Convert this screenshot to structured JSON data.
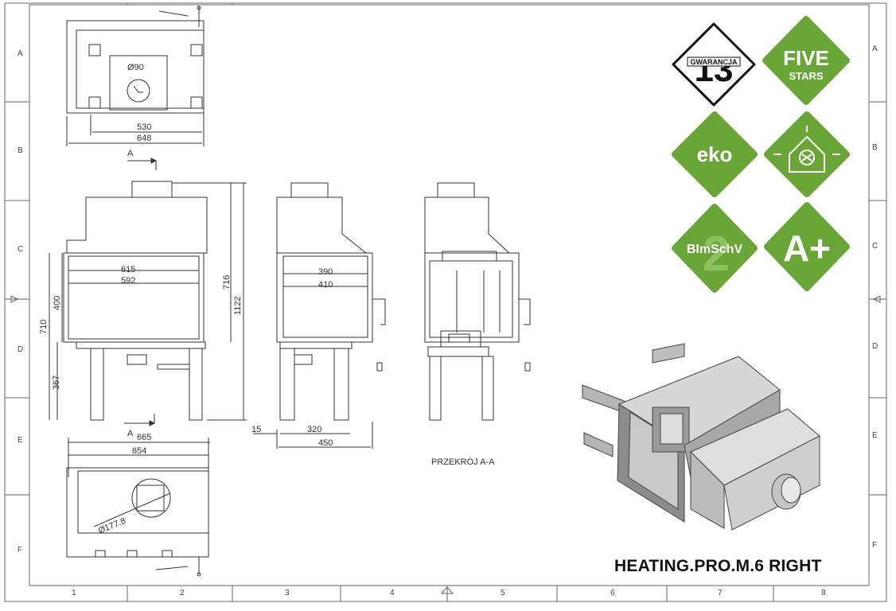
{
  "title": "HEATING.PRO.M.6  RIGHT",
  "section_label": "PRZEKRÓJ A-A",
  "section_marker": "A",
  "grid": {
    "columns": [
      "1",
      "2",
      "3",
      "4",
      "5",
      "6",
      "7",
      "8"
    ],
    "rows": [
      "A",
      "B",
      "C",
      "D",
      "E",
      "F"
    ]
  },
  "dimensions": {
    "top_view": {
      "pipe_diameter": "Ø90",
      "inner_width": "530",
      "outer_width": "648"
    },
    "front_view": {
      "glass_width_outer": "615",
      "glass_width_inner": "592",
      "glass_height": "400",
      "opening_height": "710",
      "leg_height": "367",
      "body_height": "716",
      "total_height": "1122"
    },
    "side_view": {
      "depth_inner": "390",
      "depth_outer": "410",
      "offset": "15",
      "base_depth": "320",
      "total_depth": "450"
    },
    "bottom_view": {
      "width_outer": "665",
      "width_inner": "654",
      "flue_diameter": "Ø177.8"
    }
  },
  "badges": [
    {
      "name": "warranty-badge",
      "line1": "13",
      "line2": "GWARANCJA",
      "style": "outline"
    },
    {
      "name": "five-stars-badge",
      "line1": "FIVE",
      "line2": "STARS",
      "style": "green"
    },
    {
      "name": "eko-badge",
      "line1": "eko",
      "style": "green"
    },
    {
      "name": "airflow-badge",
      "style": "green-icon"
    },
    {
      "name": "bimschv-badge",
      "line1": "BImSchV",
      "line2": "2",
      "style": "green"
    },
    {
      "name": "energy-class-badge",
      "line1": "A+",
      "style": "green"
    }
  ],
  "colors": {
    "badge_green": "#6aa538",
    "line": "#333333",
    "frame": "#666666"
  }
}
